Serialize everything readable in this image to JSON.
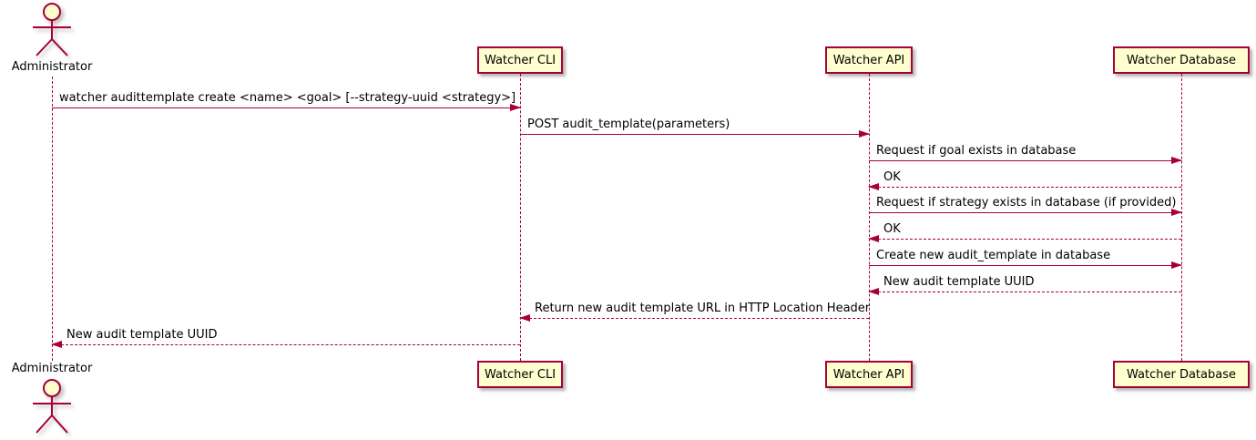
{
  "diagram": {
    "type": "sequence-diagram",
    "colors": {
      "accent": "#A80036",
      "participant_fill": "#FEFECE",
      "text": "#000000",
      "background": "#FFFFFF"
    },
    "actor": {
      "name": "Administrator"
    },
    "participants": [
      {
        "label": "Watcher CLI"
      },
      {
        "label": "Watcher API"
      },
      {
        "label": "Watcher Database"
      }
    ],
    "messages": [
      {
        "from": "Administrator",
        "to": "Watcher CLI",
        "style": "solid",
        "label": "watcher audittemplate create <name> <goal> [--strategy-uuid <strategy>]"
      },
      {
        "from": "Watcher CLI",
        "to": "Watcher API",
        "style": "solid",
        "label": "POST audit_template(parameters)"
      },
      {
        "from": "Watcher API",
        "to": "Watcher Database",
        "style": "solid",
        "label": "Request if goal exists in database"
      },
      {
        "from": "Watcher Database",
        "to": "Watcher API",
        "style": "dashed",
        "label": "OK"
      },
      {
        "from": "Watcher API",
        "to": "Watcher Database",
        "style": "solid",
        "label": "Request if strategy exists in database (if provided)"
      },
      {
        "from": "Watcher Database",
        "to": "Watcher API",
        "style": "dashed",
        "label": "OK"
      },
      {
        "from": "Watcher API",
        "to": "Watcher Database",
        "style": "solid",
        "label": "Create new audit_template in database"
      },
      {
        "from": "Watcher Database",
        "to": "Watcher API",
        "style": "dashed",
        "label": "New audit template UUID"
      },
      {
        "from": "Watcher API",
        "to": "Watcher CLI",
        "style": "dashed",
        "label": "Return new audit template URL in HTTP Location Header"
      },
      {
        "from": "Watcher CLI",
        "to": "Administrator",
        "style": "dashed",
        "label": "New audit template UUID"
      }
    ]
  }
}
